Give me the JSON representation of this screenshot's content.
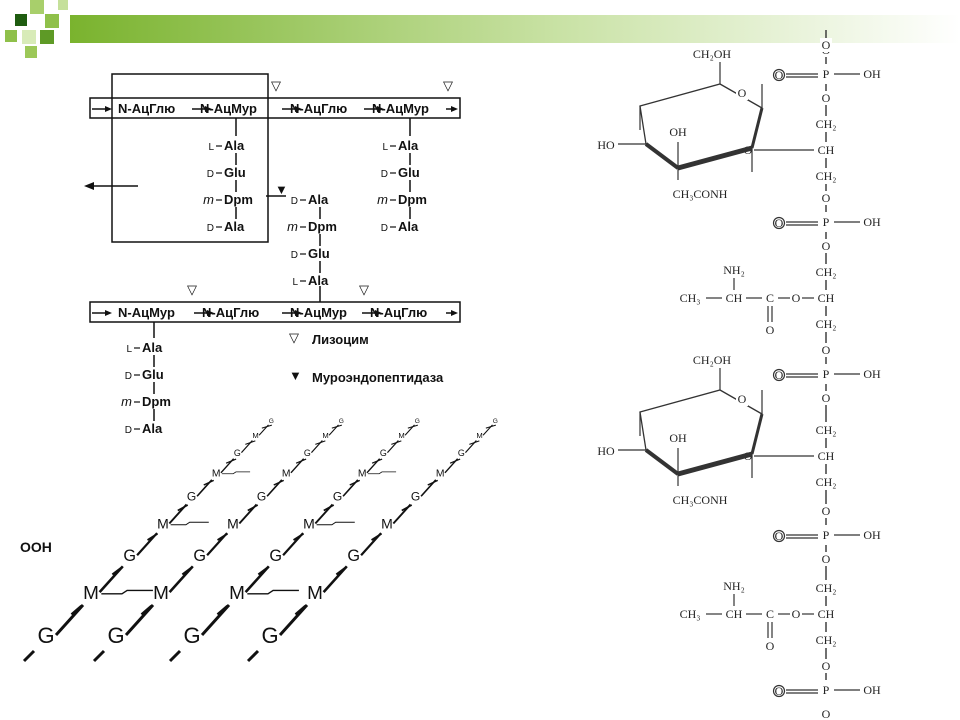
{
  "peptidoglycan": {
    "chain_top": [
      "N-АцГлю",
      "N-АцМур",
      "N-АцГлю",
      "N-АцМур"
    ],
    "chain_bottom": [
      "N-АцМур",
      "N-АцГлю",
      "N-АцМур",
      "N-АцГлю"
    ],
    "peptide_a": [
      [
        "L",
        "Ala"
      ],
      [
        "D",
        "Glu"
      ],
      [
        "m",
        "Dpm"
      ],
      [
        "D",
        "Ala"
      ]
    ],
    "peptide_b": [
      [
        "L",
        "Ala"
      ],
      [
        "D",
        "Glu"
      ],
      [
        "m",
        "Dpm"
      ],
      [
        "D",
        "Ala"
      ]
    ],
    "peptide_bridge": [
      [
        "D",
        "Ala"
      ],
      [
        "m",
        "Dpm"
      ],
      [
        "D",
        "Glu"
      ],
      [
        "L",
        "Ala"
      ]
    ],
    "peptide_bottom": [
      [
        "L",
        "Ala"
      ],
      [
        "D",
        "Glu"
      ],
      [
        "m",
        "Dpm"
      ],
      [
        "D",
        "Ala"
      ]
    ],
    "legend": {
      "lysozyme_symbol": "▽",
      "lysozyme": "Лизоцим",
      "endopeptidase_symbol": "▼",
      "endopeptidase": "Муроэндопептидаза"
    }
  },
  "lattice": {
    "g": "G",
    "m": "M",
    "fragment": "OOH"
  },
  "teichoic": {
    "ch2oh": "CH₂OH",
    "oh": "OH",
    "ho": "HO",
    "o": "O",
    "acetamido": "CH₃CONH",
    "phosphate_o": "O",
    "p": "P",
    "p_oh": "OH",
    "ch2": "CH₂",
    "ch": "CH",
    "nh2": "NH₂",
    "ch3": "CH₃",
    "ch_ala": "CH",
    "c": "C"
  }
}
